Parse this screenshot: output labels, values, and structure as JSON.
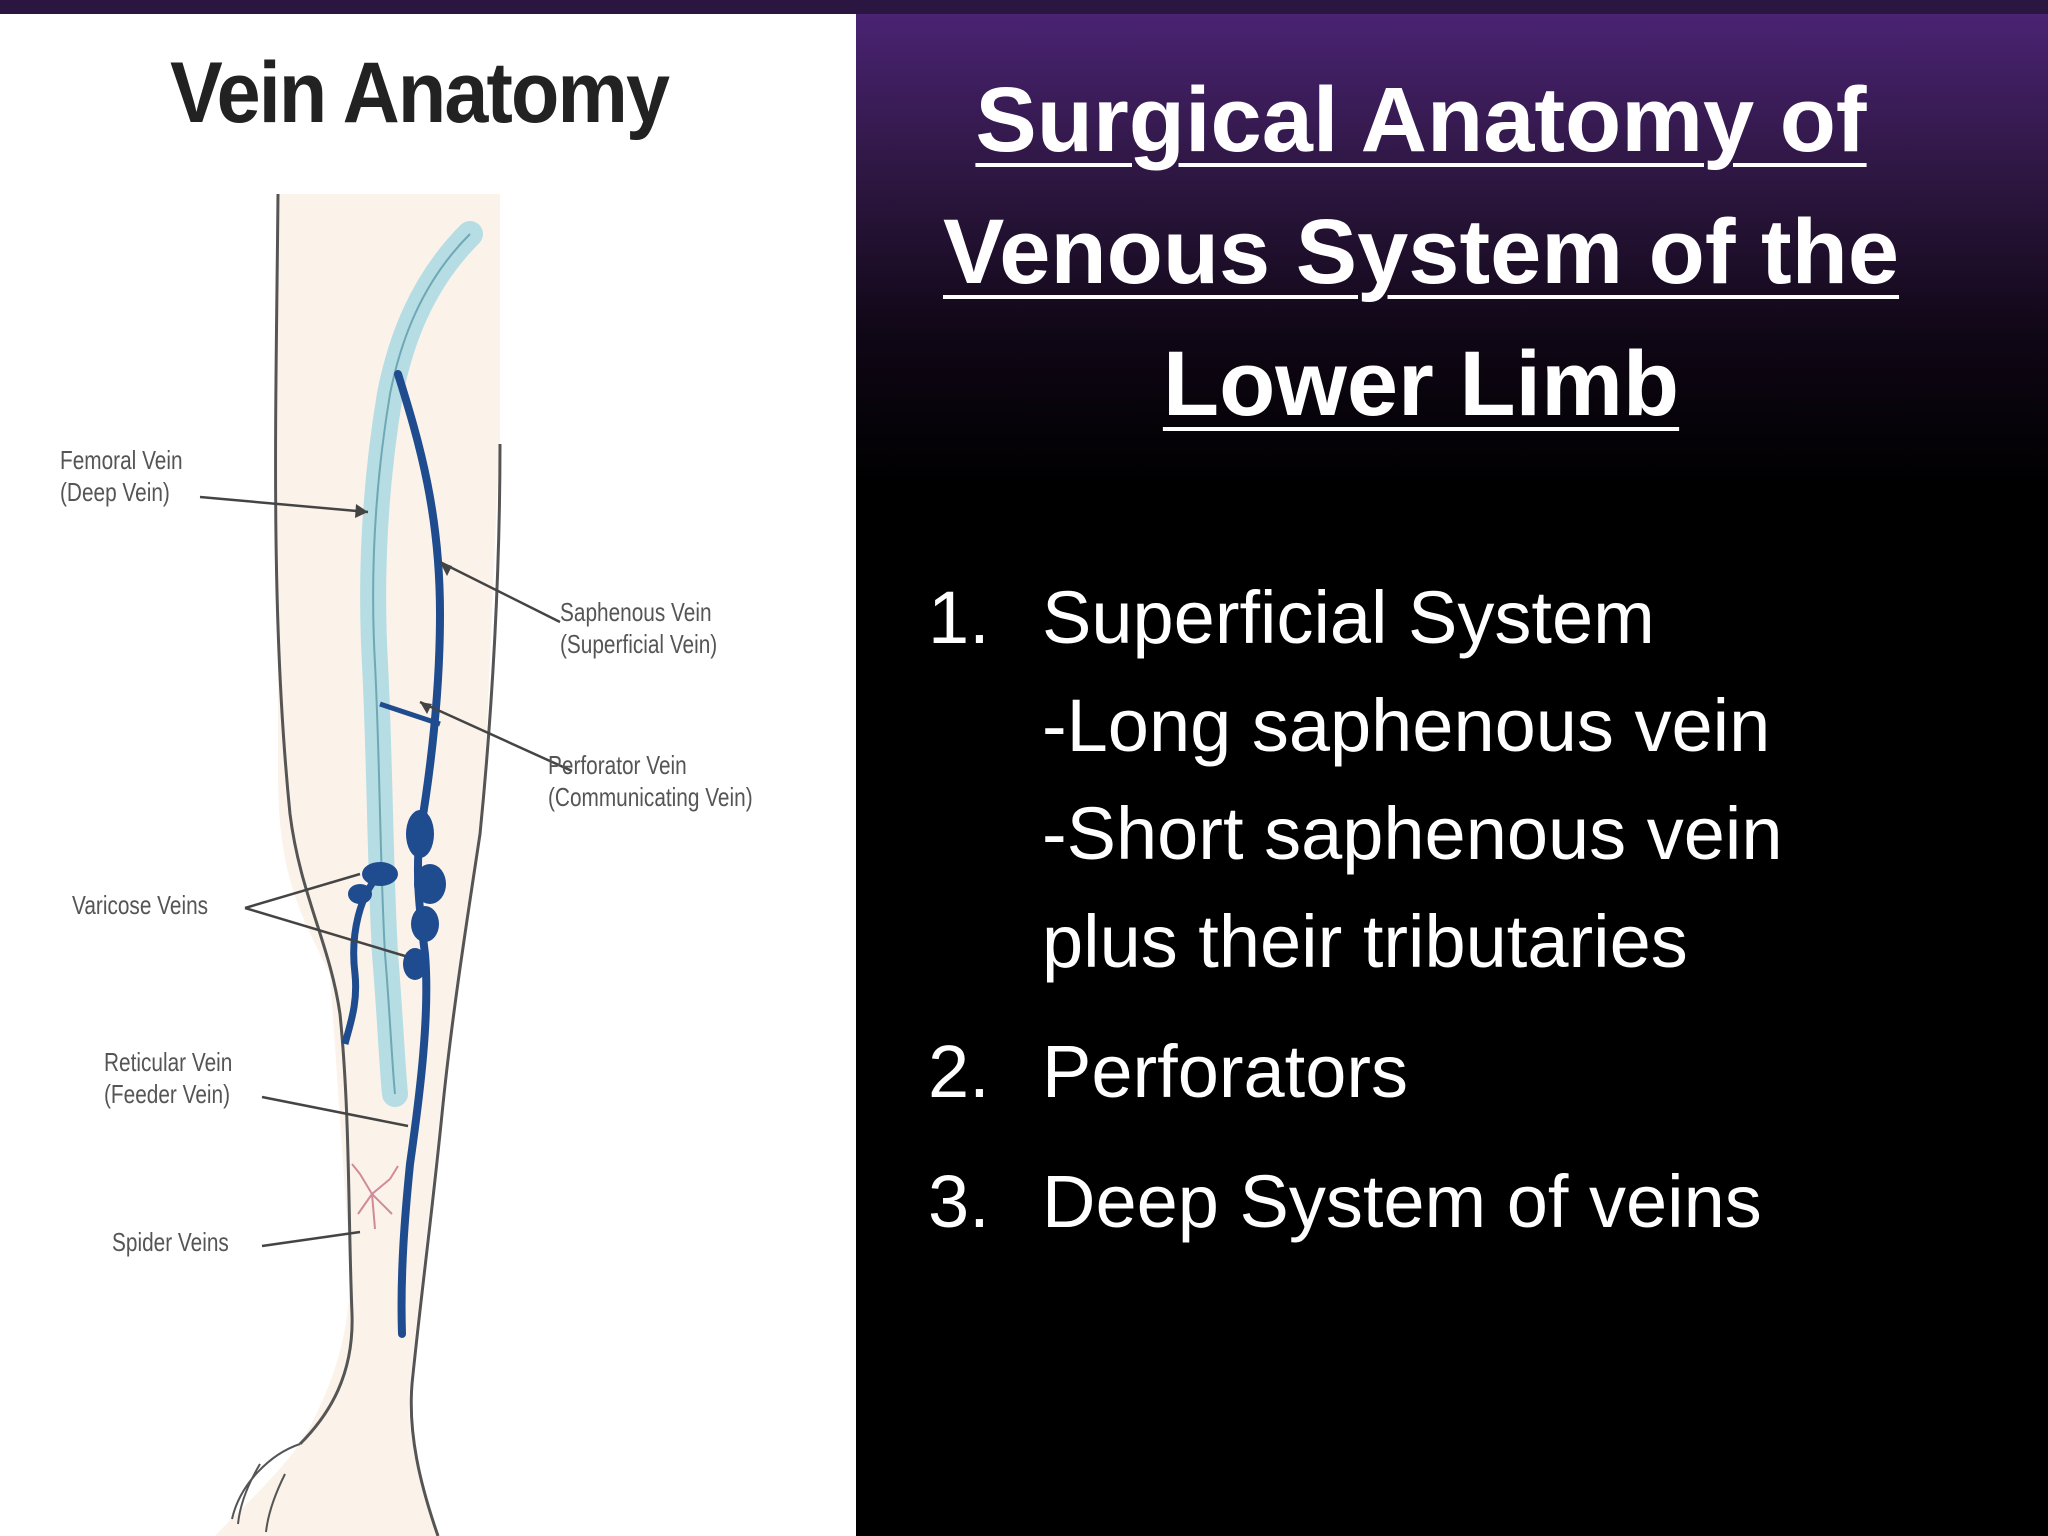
{
  "diagram": {
    "title": "Vein Anatomy",
    "labels": {
      "femoral": [
        "Femoral Vein",
        "(Deep Vein)"
      ],
      "saphenous": [
        "Saphenous Vein",
        "(Superficial Vein)"
      ],
      "perforator": [
        "Perforator Vein",
        "(Communicating Vein)"
      ],
      "varicose": [
        "Varicose Veins"
      ],
      "reticular": [
        "Reticular Vein",
        "(Feeder Vein)"
      ],
      "spider": [
        "Spider Veins"
      ]
    },
    "colors": {
      "deep_vein": "#b5dde3",
      "superficial_vein": "#1f4b8f",
      "skin": "#fbf2ea",
      "outline": "#555555"
    }
  },
  "slide": {
    "title_lines": [
      "Surgical Anatomy of",
      "Venous System of the",
      "Lower Limb"
    ],
    "points": [
      {
        "number": "1.",
        "lines": [
          "Superficial System",
          "-Long saphenous vein",
          "-Short saphenous vein",
          "plus their tributaries"
        ]
      },
      {
        "number": "2.",
        "lines": [
          "Perforators"
        ]
      },
      {
        "number": "3.",
        "lines": [
          "Deep System of veins"
        ]
      }
    ],
    "colors": {
      "gradient_top": "#4a2373",
      "background": "#000000",
      "text": "#ffffff"
    }
  }
}
